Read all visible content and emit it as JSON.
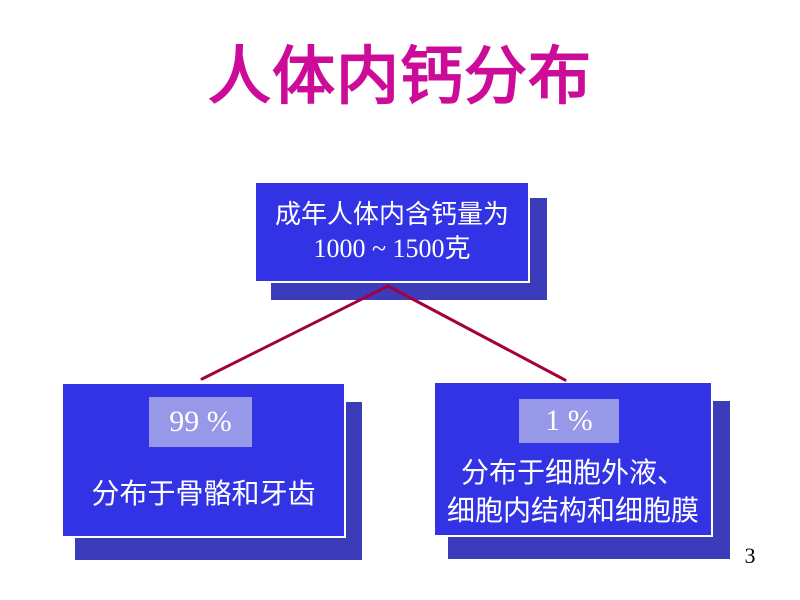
{
  "slide": {
    "title": "人体内钙分布",
    "page_number": "3",
    "colors": {
      "title_color": "#CC0C99",
      "box_fill": "#3333E6",
      "box_shadow_fill": "#3C3CBA",
      "badge_fill": "#9898E8",
      "connector_color": "#A40040",
      "box_text_color": "#FFFFFF",
      "page_number_color": "#000000"
    },
    "root_box": {
      "line1": "成年人体内含钙量为",
      "line2": "1000 ~ 1500克"
    },
    "left_box": {
      "badge": "99 %",
      "label": "分布于骨骼和牙齿"
    },
    "right_box": {
      "badge": "1 %",
      "label_line1": "分布于细胞外液、",
      "label_line2": "细胞内结构和细胞膜"
    }
  }
}
